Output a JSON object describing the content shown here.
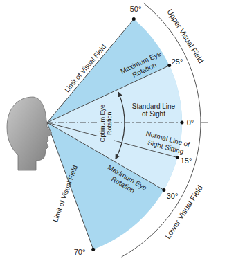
{
  "diagram": {
    "labels": [
      "50°",
      "25°",
      "0°",
      "15°",
      "30°",
      "70°",
      "Limit of Visual Field",
      "Maximum Eye Rotation",
      "Standard Line of Sight",
      "Optimum Eye Rotation",
      "Normal Line of Sight Sitting",
      "Maximum Eye Rotation",
      "Limit of Visual Field",
      "Upper Visual Field",
      "Lower Visual Field"
    ]
  }
}
